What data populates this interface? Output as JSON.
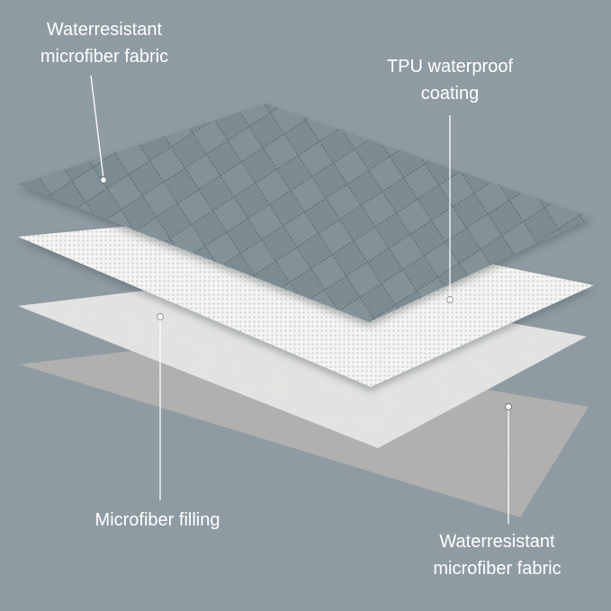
{
  "layers": [
    {
      "id": "top-fabric",
      "name_lines": [
        "Waterresistant",
        "microfiber fabric"
      ],
      "color": "#7d8c93"
    },
    {
      "id": "tpu-coating",
      "name_lines": [
        "TPU waterproof",
        "coating"
      ],
      "color": "#f4f4f2"
    },
    {
      "id": "filling",
      "name_lines": [
        "Microfiber filling"
      ],
      "color": "#e3e3e1"
    },
    {
      "id": "bottom-fabric",
      "name_lines": [
        "Waterresistant",
        "microfiber fabric"
      ],
      "color": "#a8a8a6"
    }
  ],
  "colors": {
    "background": "#8f9ba2",
    "label_text": "#ffffff",
    "leader_line": "#ffffff"
  }
}
